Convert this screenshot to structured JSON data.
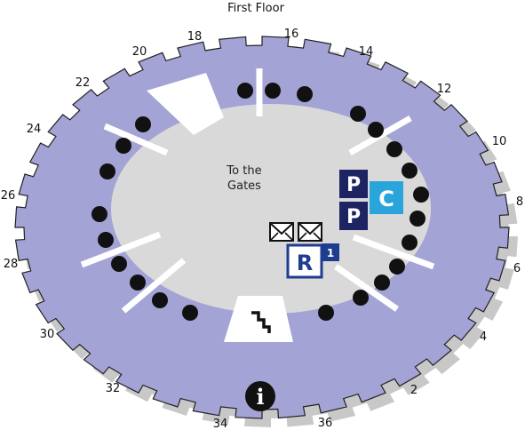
{
  "floor_title": "First Floor",
  "center_label_line1": "To the",
  "center_label_line2": "Gates",
  "gate_numbers": {
    "g2": "2",
    "g4": "4",
    "g6": "6",
    "g8": "8",
    "g10": "10",
    "g12": "12",
    "g14": "14",
    "g16": "16",
    "g18": "18",
    "g20": "20",
    "g22": "22",
    "g24": "24",
    "g26": "26",
    "g28": "28",
    "g30": "30",
    "g32": "32",
    "g34": "34",
    "g36": "36"
  },
  "symbols": {
    "parking_letter": "P",
    "car_rental_letter": "C",
    "restaurant_letter": "R",
    "restaurant_level": "1",
    "info_letter": "i"
  },
  "icons": [
    "parking-icon",
    "car-rental-icon",
    "mail-icon",
    "restaurant-icon",
    "stairs-icon",
    "info-icon",
    "escalator-icon"
  ],
  "colors": {
    "concourse": "#a3a3d6",
    "hall": "#d9d9d9",
    "shadow": "#c8c8c8",
    "parking": "#1d2461",
    "car_rental": "#2aa5dc",
    "restaurant": "#1f3d8f"
  }
}
